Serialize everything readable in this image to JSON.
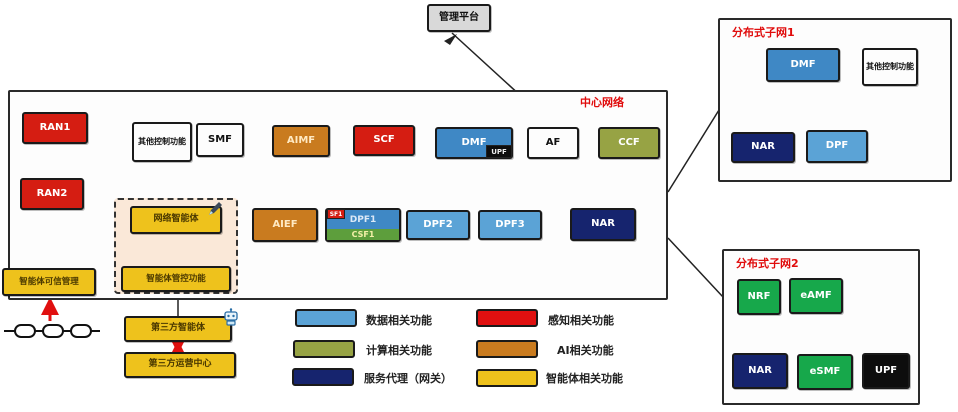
{
  "management": {
    "label": "管理平台"
  },
  "central": {
    "title": "中心网络",
    "ran1": "RAN1",
    "ran2": "RAN2",
    "ctrl_other": "其他控制功能",
    "smf": "SMF",
    "aimf": "AIMF",
    "scf": "SCF",
    "dmf": "DMF",
    "dmf_badge": "UPF",
    "af": "AF",
    "ccf": "CCF",
    "net_agent": "网络智能体",
    "agent_mgmt": "智能体管控功能",
    "aief": "AIEF",
    "dpf1": "DPF1",
    "csf1": "CSF1",
    "dpf1_badge": "SF1",
    "dpf2": "DPF2",
    "dpf3": "DPF3",
    "nar": "NAR"
  },
  "left_area": {
    "agent_trust": "智能体可信管理",
    "third_party_agent": "第三方智能体",
    "third_party_center": "第三方运营中心"
  },
  "subnet1": {
    "title": "分布式子网1",
    "dmf": "DMF",
    "ctrl_other": "其他控制功能",
    "nar": "NAR",
    "dpf": "DPF"
  },
  "subnet2": {
    "title": "分布式子网2",
    "nrf": "NRF",
    "eamf": "eAMF",
    "nar": "NAR",
    "esmf": "eSMF",
    "upf": "UPF"
  },
  "legend": {
    "items": [
      {
        "label": "数据相关功能",
        "color": "#5ba3d6"
      },
      {
        "label": "感知相关功能",
        "color": "#d51d12"
      },
      {
        "label": "计算相关功能",
        "color": "#97a344"
      },
      {
        "label": "AI相关功能",
        "color": "#c97b1f"
      },
      {
        "label": "服务代理（网关）",
        "color": "#16246e"
      },
      {
        "label": "智能体相关功能",
        "color": "#eec21c"
      }
    ]
  },
  "colors": {
    "data_blue": "#5ba3d6",
    "sensing_red": "#d51d12",
    "computing_olive": "#97a344",
    "ai_orange": "#c97b1f",
    "proxy_navy": "#16246e",
    "agent_yellow": "#eec21c",
    "bright_green": "#17a84b",
    "title_red": "#e00c0c"
  }
}
